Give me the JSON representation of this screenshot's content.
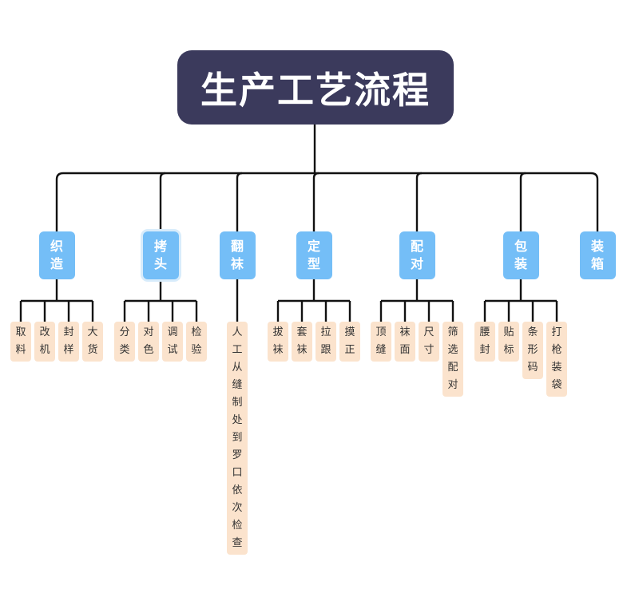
{
  "title": "生产工艺流程",
  "colors": {
    "root_bg": "#3b3a5c",
    "stage_bg": "#74bef7",
    "step_bg": "#fbe3cd",
    "connector": "#111111"
  },
  "stages": [
    {
      "label": "织造",
      "selected": false,
      "steps": [
        "取料",
        "改机",
        "封样",
        "大货"
      ]
    },
    {
      "label": "拷头",
      "selected": true,
      "steps": [
        "分类",
        "对色",
        "调试",
        "检验"
      ]
    },
    {
      "label": "翻袜",
      "selected": false,
      "steps": [
        "人工从缝制处到罗口依次检查"
      ]
    },
    {
      "label": "定型",
      "selected": false,
      "steps": [
        "拔袜",
        "套袜",
        "拉跟",
        "摸正"
      ]
    },
    {
      "label": "配对",
      "selected": false,
      "steps": [
        "顶缝",
        "袜面",
        "尺寸",
        "筛选配对"
      ]
    },
    {
      "label": "包装",
      "selected": false,
      "steps": [
        "腰封",
        "贴标",
        "条形码",
        "打枪装袋"
      ]
    },
    {
      "label": "装箱",
      "selected": false,
      "steps": []
    }
  ]
}
